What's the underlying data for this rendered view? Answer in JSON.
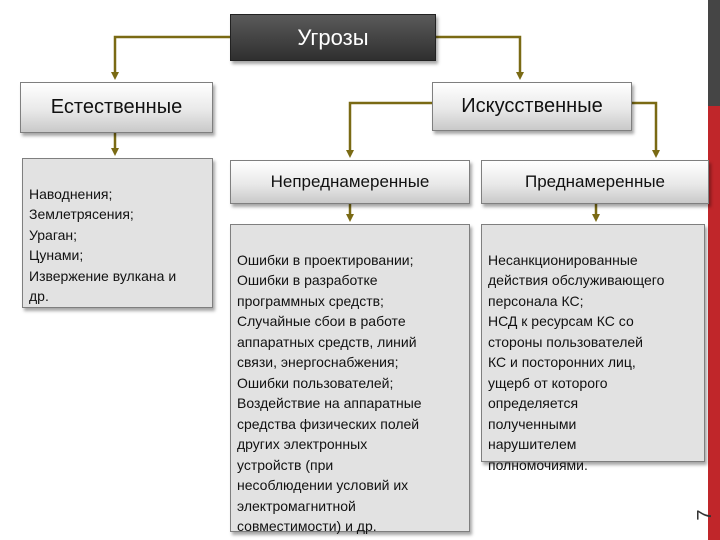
{
  "title": "Угрозы",
  "natural": {
    "title": "Естественные",
    "items": "Наводнения;\nЗемлетрясения;\nУраган;\nЦунами;\nИзвержение вулкана и\nдр."
  },
  "artificial": {
    "title": "Искусственные",
    "unintentional": {
      "title": "Непреднамеренные",
      "items": "Ошибки в проектировании;\nОшибки в разработке\nпрограммных средств;\nСлучайные сбои в работе\nаппаратных средств, линий\nсвязи, энергоснабжения;\nОшибки пользователей;\nВоздействие на аппаратные\nсредства физических полей\nдругих электронных\nустройств (при\nнесоблюдении условий их\nэлектромагнитной\nсовместимости) и др."
    },
    "intentional": {
      "title": "Преднамеренные",
      "items": "Несанкционированные\nдействия обслуживающего\nперсонала КС;\nНСД к ресурсам КС со\nстороны пользователей\nКС и посторонних лиц,\nущерб от которого\nопределяется\nполученными\nнарушителем\nполномочиями."
    }
  },
  "slide_number": "7",
  "colors": {
    "connector": "#7a6a14",
    "accent_red": "#c0262a",
    "accent_dark": "#454545"
  }
}
